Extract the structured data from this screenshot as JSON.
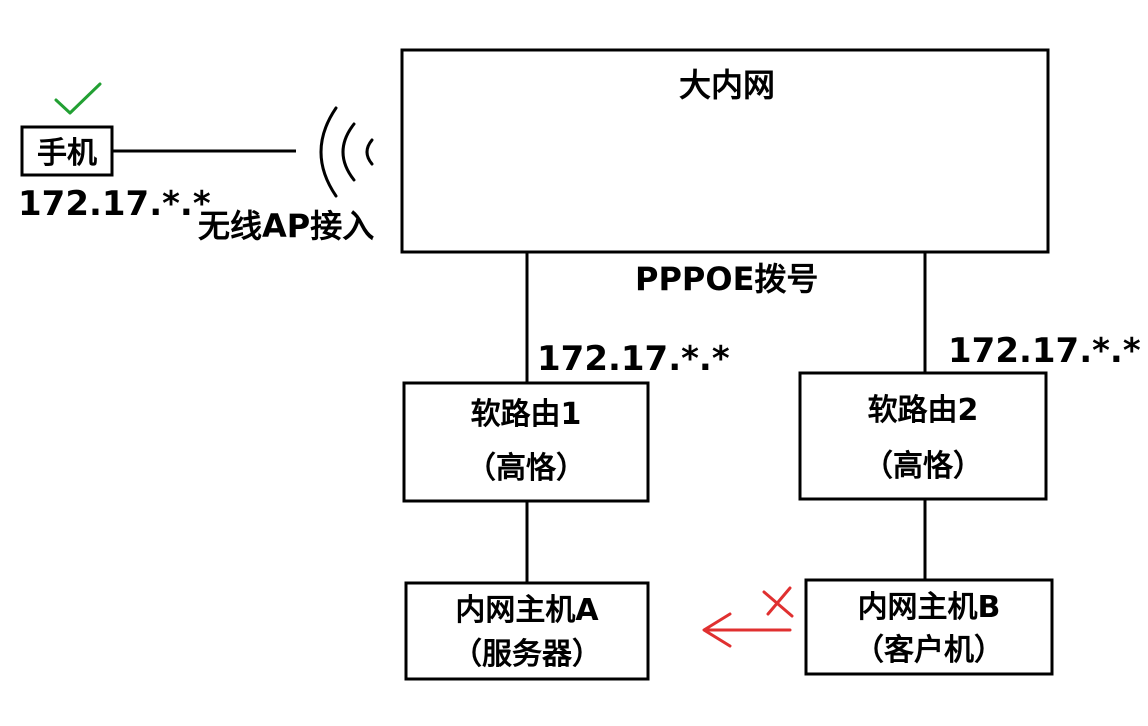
{
  "nodes": {
    "big_intranet": {
      "label": "大内网"
    },
    "phone": {
      "label": "手机",
      "ip": "172.17.*.*"
    },
    "router1": {
      "line1": "软路由1",
      "line2": "（高恪）",
      "ip": "172.17.*.*"
    },
    "router2": {
      "line1": "软路由2",
      "line2": "（高恪）",
      "ip": "172.17.*.*"
    },
    "host_a": {
      "line1": "内网主机A",
      "line2": "（服务器）"
    },
    "host_b": {
      "line1": "内网主机B",
      "line2": "（客户机）"
    }
  },
  "edge_labels": {
    "wireless": "无线AP接入",
    "pppoe": "PPPOE拨号"
  },
  "colors": {
    "line": "#000000",
    "check": "#22a033",
    "cross": "#e03030"
  }
}
